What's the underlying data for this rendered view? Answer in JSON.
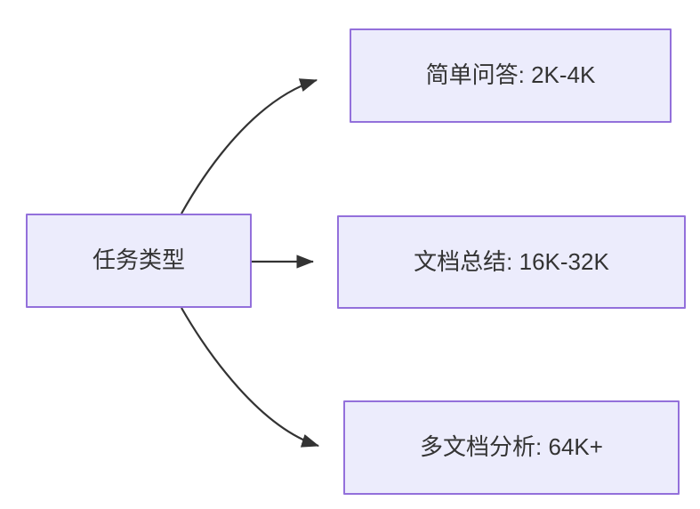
{
  "diagram": {
    "type": "flowchart",
    "direction": "left-to-right",
    "background_color": "#ffffff",
    "node_fill_color": "#ececfc",
    "node_border_color": "#9370db",
    "node_text_color": "#333333",
    "edge_color": "#333333",
    "nodes": [
      {
        "id": "root",
        "label": "任务类型"
      },
      {
        "id": "simple_qa",
        "label": "简单问答: 2K-4K"
      },
      {
        "id": "doc_summary",
        "label": "文档总结: 16K-32K"
      },
      {
        "id": "multi_doc",
        "label": "多文档分析: 64K+"
      }
    ],
    "edges": [
      {
        "from": "root",
        "to": "simple_qa",
        "label": "",
        "style": "curved-arrow"
      },
      {
        "from": "root",
        "to": "doc_summary",
        "label": "",
        "style": "straight-arrow"
      },
      {
        "from": "root",
        "to": "multi_doc",
        "label": "",
        "style": "curved-arrow"
      }
    ]
  }
}
